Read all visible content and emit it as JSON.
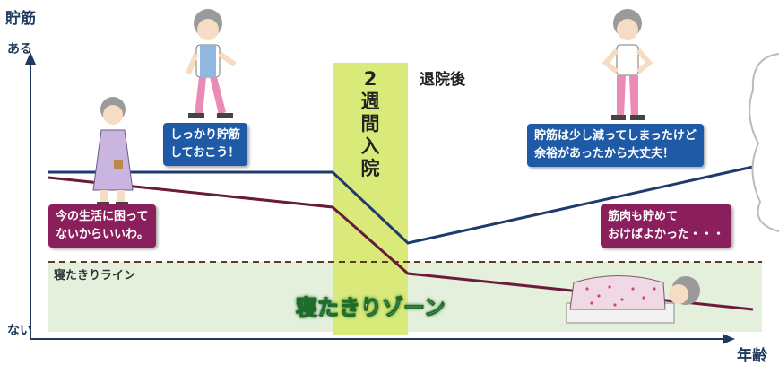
{
  "axes": {
    "y_title": "貯筋",
    "y_high": "ある",
    "y_low": "ない",
    "x_title": "年齢"
  },
  "bands": {
    "hospital": "2\n週\n間\n入\n院",
    "after": "退院後",
    "bedridden_line": "寝たきりライン",
    "bedridden_zone": "寝たきりゾーン"
  },
  "bubbles": {
    "save_now": [
      "しっかり貯筋",
      "しておこう！"
    ],
    "no_trouble": [
      "今の生活に困って",
      "ないからいいわ。"
    ],
    "buffer": [
      "貯筋は少し減ってしまったけど",
      "余裕があったから大丈夫！"
    ],
    "regret": [
      "筋肉も貯めて",
      "おけばよかった・・・"
    ]
  },
  "colors": {
    "saver_line": "#1f3a6e",
    "nonsaver_line": "#6a1a3a",
    "hospital_band": "#d9ea7a",
    "zone": "#e4f0dc",
    "blue_box": "#1f5aa6",
    "plum_box": "#8a1f5c"
  },
  "icons": {
    "woman_standing": "elderly-woman-with-bag",
    "woman_walking": "elderly-woman-walking",
    "woman_confident": "elderly-woman-hands-on-hips",
    "woman_bed": "elderly-woman-bedridden"
  }
}
